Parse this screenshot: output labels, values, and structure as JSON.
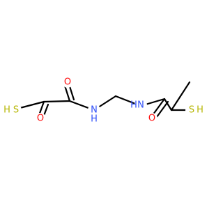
{
  "colors": {
    "background": "#ffffff",
    "bond": "#000000",
    "oxygen": "#ff0d0d",
    "sulfur": "#b5b500",
    "nitrogen": "#3050f8"
  },
  "atoms": {
    "o_top_left": "O",
    "s_left": "S",
    "h_left": "H",
    "o_bottom_left": "O",
    "n_h_left": "H",
    "n_left": "N",
    "n_h_right": "H",
    "n_right": "N",
    "o_bottom_right": "O",
    "s_right": "S",
    "h_right": "H"
  }
}
